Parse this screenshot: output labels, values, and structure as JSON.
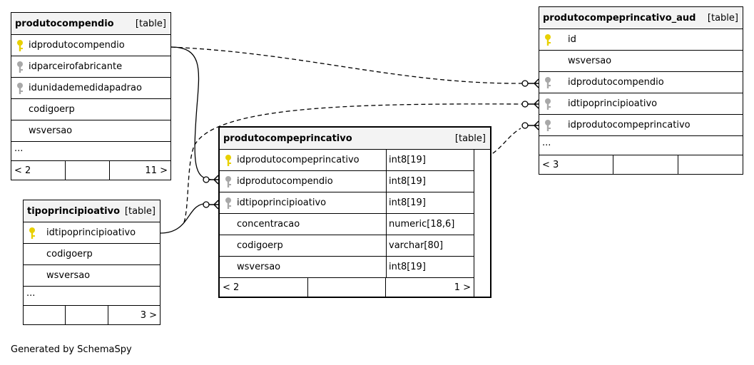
{
  "tables": {
    "produtocompendio": {
      "name": "produtocompendio",
      "kind": "[table]",
      "columns": [
        {
          "name": "idprodutocompendio",
          "key": "primary"
        },
        {
          "name": "idparceirofabricante",
          "key": "foreign"
        },
        {
          "name": "idunidademedidapadrao",
          "key": "foreign"
        },
        {
          "name": "codigoerp",
          "key": "none"
        },
        {
          "name": "wsversao",
          "key": "none"
        }
      ],
      "more": "...",
      "footer": {
        "left": "< 2",
        "right": "11 >"
      }
    },
    "tipoprincipioativo": {
      "name": "tipoprincipioativo",
      "kind": "[table]",
      "columns": [
        {
          "name": "idtipoprincipioativo",
          "key": "primary"
        },
        {
          "name": "codigoerp",
          "key": "none"
        },
        {
          "name": "wsversao",
          "key": "none"
        }
      ],
      "more": "...",
      "footer": {
        "left": "",
        "right": "3 >"
      }
    },
    "produtocompeprincativo": {
      "name": "produtocompeprincativo",
      "kind": "[table]",
      "columns": [
        {
          "name": "idprodutocompeprincativo",
          "type": "int8[19]",
          "key": "primary"
        },
        {
          "name": "idprodutocompendio",
          "type": "int8[19]",
          "key": "foreign"
        },
        {
          "name": "idtipoprincipioativo",
          "type": "int8[19]",
          "key": "foreign"
        },
        {
          "name": "concentracao",
          "type": "numeric[18,6]",
          "key": "none"
        },
        {
          "name": "codigoerp",
          "type": "varchar[80]",
          "key": "none"
        },
        {
          "name": "wsversao",
          "type": "int8[19]",
          "key": "none"
        }
      ],
      "footer": {
        "left": "< 2",
        "right": "1 >"
      }
    },
    "produtocompeprincativo_aud": {
      "name": "produtocompeprincativo_aud",
      "kind": "[table]",
      "columns": [
        {
          "name": "id",
          "key": "primary"
        },
        {
          "name": "wsversao",
          "key": "none"
        },
        {
          "name": "idprodutocompendio",
          "key": "foreign"
        },
        {
          "name": "idtipoprincipioativo",
          "key": "foreign"
        },
        {
          "name": "idprodutocompeprincativo",
          "key": "foreign"
        }
      ],
      "more": "...",
      "footer": {
        "left": "< 3",
        "right": ""
      }
    }
  },
  "colors": {
    "primary_key": "#e8d000",
    "foreign_key": "#a8a8a8",
    "header_bg": "#f3f3f3"
  },
  "generated_by": "Generated by SchemaSpy"
}
